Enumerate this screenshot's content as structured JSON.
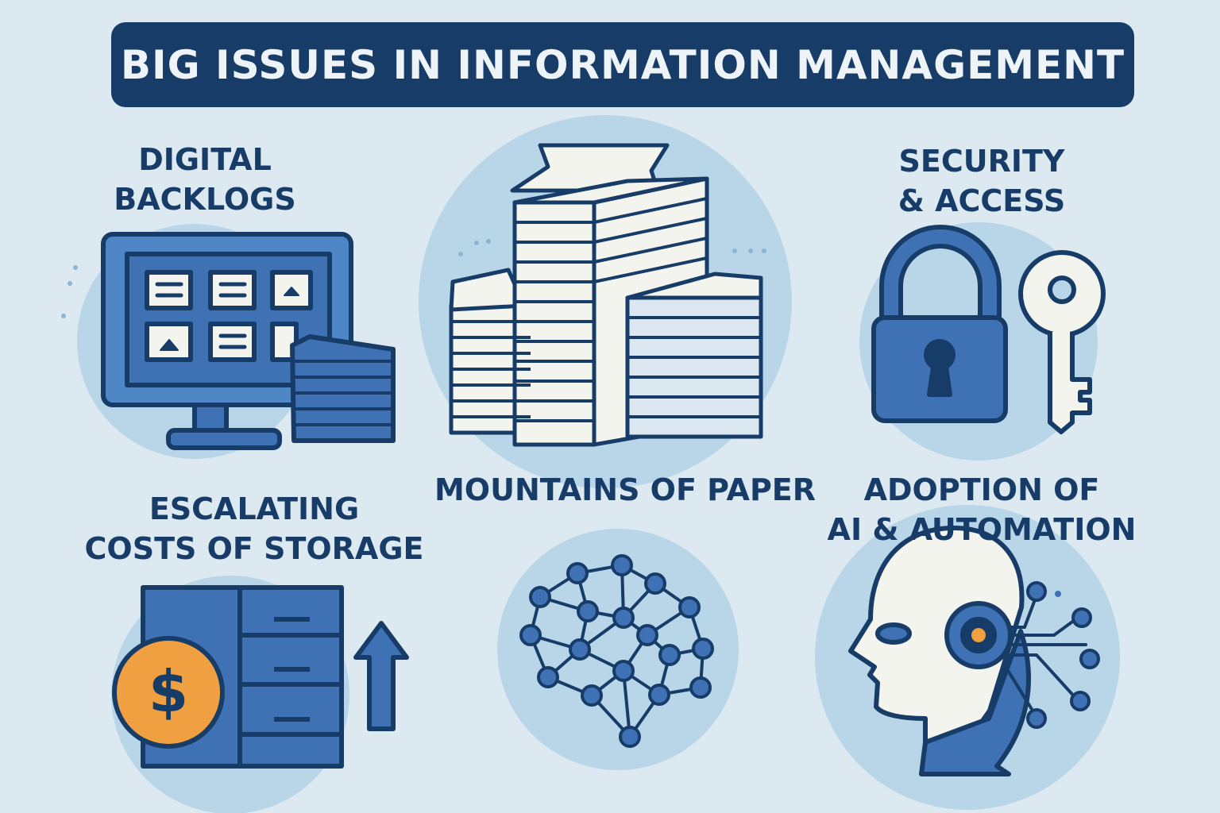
{
  "title": "BIG ISSUES IN INFORMATION MANAGEMENT",
  "sections": [
    {
      "lines": [
        "DIGITAL",
        "BACKLOGS"
      ],
      "icon": "monitor-with-files-icon"
    },
    {
      "lines": [
        "MOUNTAINS OF PAPER"
      ],
      "icon": "paper-stack-icon"
    },
    {
      "lines": [
        "SECURITY",
        "& ACCESS"
      ],
      "icon": "lock-and-key-icon"
    },
    {
      "lines": [
        "ESCALATING",
        "COSTS OF STORAGE"
      ],
      "icon": "storage-cost-icon"
    },
    {
      "lines": [],
      "icon": "neural-network-icon"
    },
    {
      "lines": [
        "ADOPTION OF",
        "AI & AUTOMATION"
      ],
      "icon": "ai-head-icon"
    }
  ],
  "colors": {
    "background": "#dde9f1",
    "navy": "#173c68",
    "blue": "#3e72b5",
    "light": "#b9d5e8",
    "orange": "#f0a040"
  }
}
